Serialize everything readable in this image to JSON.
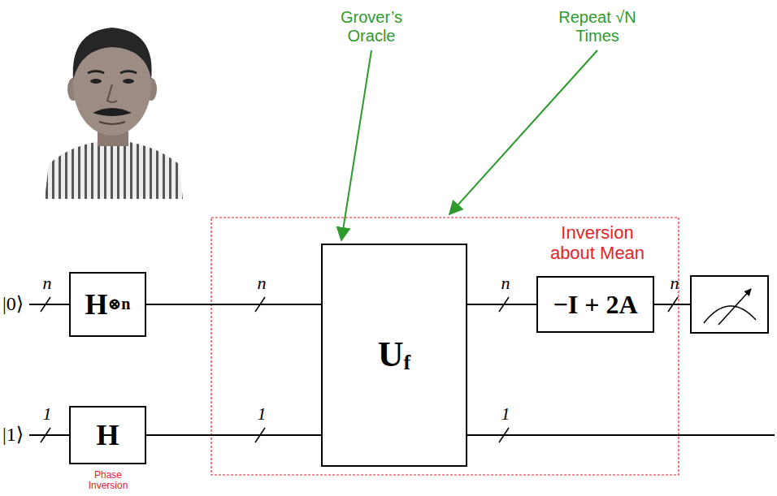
{
  "diagram": {
    "nodes": [
      {
        "text": [
          "H",
          "⊗n"
        ]
      },
      {
        "text": [
          "H"
        ]
      },
      {
        "text": [
          "U",
          "f"
        ]
      },
      {
        "text": [
          "−I + 2A"
        ]
      }
    ],
    "edges": [
      {
        "from": 0,
        "to": 2,
        "arrow": "none"
      },
      {
        "from": 1,
        "to": 2,
        "arrow": "none"
      },
      {
        "from": 2,
        "to": 3,
        "arrow": "none"
      }
    ],
    "labels": [
      "Grover’s Oracle",
      "Repeat √N Times",
      "Inversion about Mean",
      "|0⟩",
      "n",
      "n",
      "n",
      "n",
      "|1⟩",
      "1",
      "1",
      "1",
      "Phase Inversion"
    ]
  }
}
